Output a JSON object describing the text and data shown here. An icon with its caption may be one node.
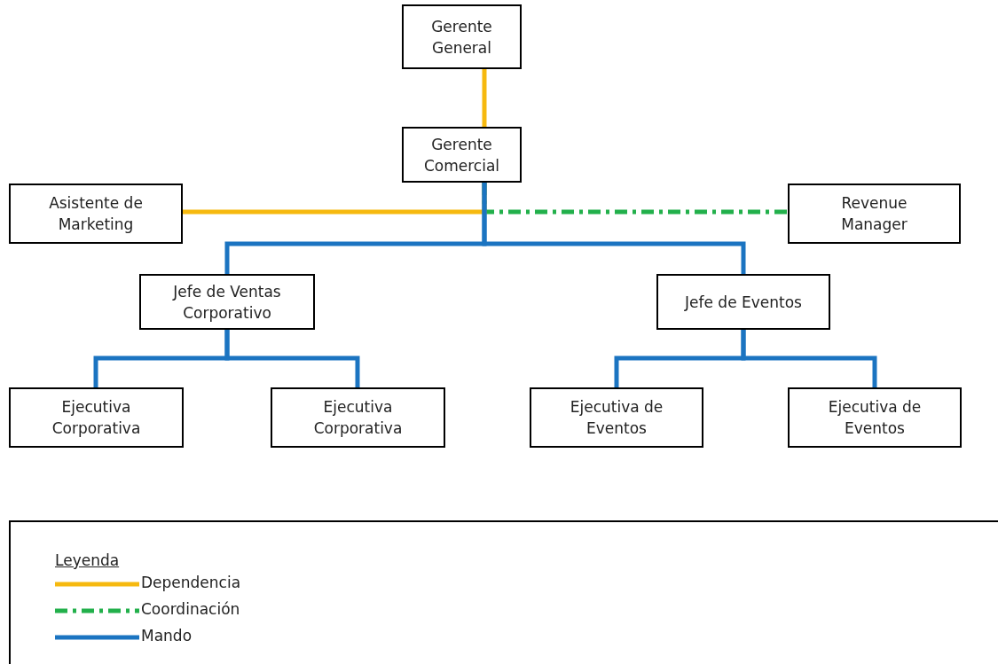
{
  "diagram": {
    "nodes": [
      {
        "text": [
          "Gerente General"
        ]
      },
      {
        "text": [
          "Gerente Comercial"
        ]
      },
      {
        "text": [
          "Asistente de Marketing"
        ]
      },
      {
        "text": [
          "Revenue Manager"
        ]
      },
      {
        "text": [
          "Jefe de Ventas Corporativo"
        ]
      },
      {
        "text": [
          "Jefe de Eventos"
        ]
      },
      {
        "text": [
          "Ejecutiva Corporativa"
        ]
      },
      {
        "text": [
          "Ejecutiva Corporativa"
        ]
      },
      {
        "text": [
          "Ejecutiva de Eventos"
        ]
      },
      {
        "text": [
          "Ejecutiva de Eventos"
        ]
      }
    ],
    "edges": [
      {
        "from": 0,
        "to": 1,
        "arrow": "none",
        "color": "#f6b90f"
      },
      {
        "from": 1,
        "to": 2,
        "arrow": "none",
        "color": "#f6b90f"
      },
      {
        "from": 1,
        "to": 3,
        "arrow": "none",
        "style": "dashed",
        "color": "#22b04b"
      },
      {
        "from": 1,
        "to": 4,
        "arrow": "none"
      },
      {
        "from": 1,
        "to": 5,
        "arrow": "none"
      },
      {
        "from": 4,
        "to": 6,
        "arrow": "none"
      },
      {
        "from": 4,
        "to": 7,
        "arrow": "none"
      },
      {
        "from": 5,
        "to": 8,
        "arrow": "none"
      },
      {
        "from": 5,
        "to": 9,
        "arrow": "none"
      }
    ],
    "labels": [
      "Leyenda"
    ],
    "legend": [
      {
        "text": "Dependencia",
        "color": "#f6b90f"
      },
      {
        "text": "Coordinación",
        "color": "#22b04b"
      },
      {
        "text": "Mando",
        "color": "#1b74c1"
      }
    ]
  }
}
